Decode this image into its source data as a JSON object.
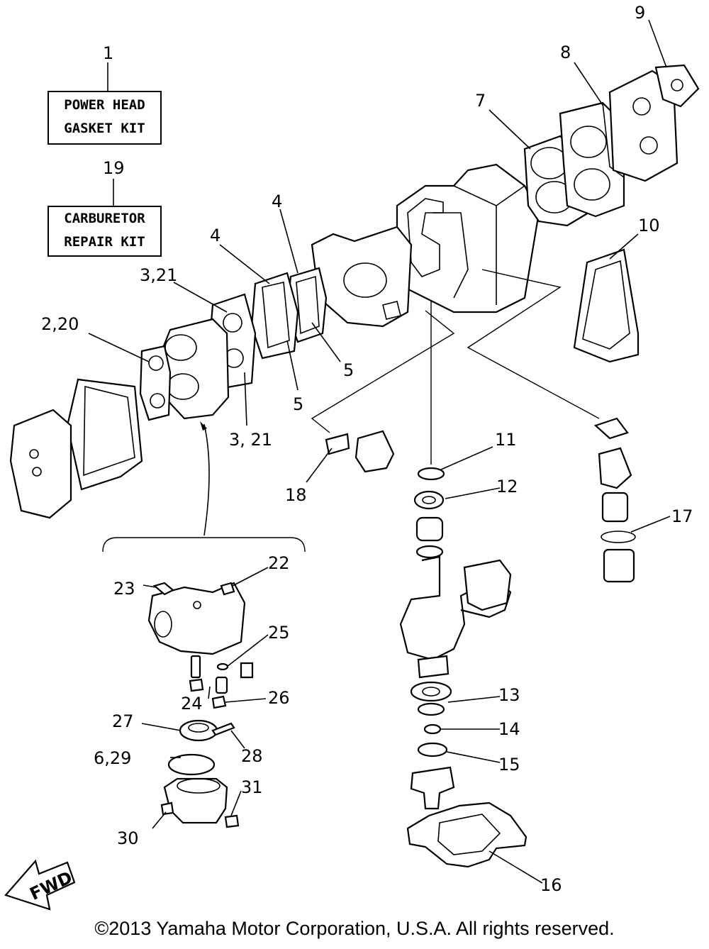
{
  "kits": [
    {
      "callout": "1",
      "line1": "POWER HEAD",
      "line2": "GASKET KIT"
    },
    {
      "callout": "19",
      "line1": "CARBURETOR",
      "line2": "REPAIR KIT"
    }
  ],
  "callouts": {
    "c2_20": "2,20",
    "c3_21a": "3,21",
    "c3_21b": "3, 21",
    "c4a": "4",
    "c4b": "4",
    "c5a": "5",
    "c5b": "5",
    "c6_29": "6,29",
    "c7": "7",
    "c8": "8",
    "c9": "9",
    "c10": "10",
    "c11": "11",
    "c12": "12",
    "c13": "13",
    "c14": "14",
    "c15": "15",
    "c16": "16",
    "c17": "17",
    "c18": "18",
    "c22": "22",
    "c23": "23",
    "c24": "24",
    "c25": "25",
    "c26": "26",
    "c27": "27",
    "c28": "28",
    "c30": "30",
    "c31": "31"
  },
  "fwd_label": "FWD",
  "copyright": "©2013 Yamaha Motor Corporation, U.S.A. All rights reserved.",
  "colors": {
    "ink": "#000000",
    "paper": "#ffffff"
  }
}
